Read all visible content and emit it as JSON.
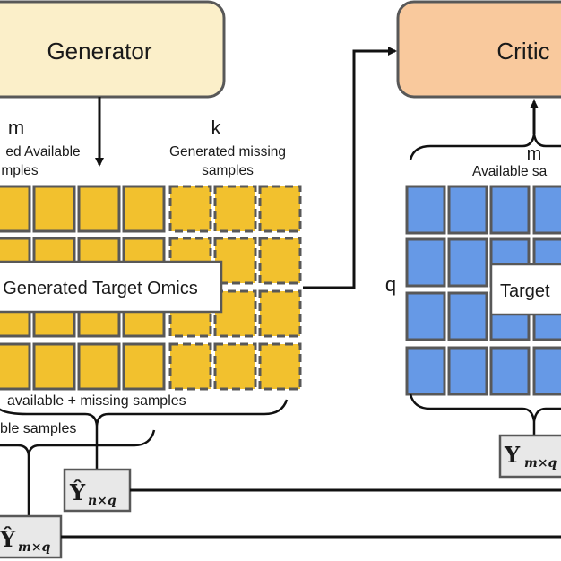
{
  "generator": {
    "label": "Generator",
    "fill": "#fbefc9"
  },
  "critic": {
    "label": "Critic",
    "fill": "#f9c99d"
  },
  "generated_matrix": {
    "fill": "#f2c12e",
    "available_cols_label": "m",
    "available_caption_line1": "ed Available",
    "available_caption_line2": "mples",
    "missing_cols_label": "k",
    "missing_caption_line1": "Generated missing",
    "missing_caption_line2": "samples",
    "overlay_label": "Generated Target Omics",
    "brace_all_label": "available + missing samples",
    "brace_available_label": "ble samples",
    "rows": 4,
    "solid_cols": 5,
    "dashed_cols": 3
  },
  "target_matrix": {
    "fill": "#6699e6",
    "cols_label": "m",
    "caption": "Available sa",
    "rows_label": "q",
    "overlay_label": "Target",
    "rows": 4
  },
  "outputs": {
    "y_hat_nq": {
      "base": "Ŷ",
      "sub": "n×q"
    },
    "y_hat_mq": {
      "base": "Ŷ",
      "sub": "m×q"
    },
    "y_mq": {
      "base": "Y",
      "sub": "m×q"
    }
  },
  "colors": {
    "stroke": "#585858",
    "line": "#111111",
    "label_box": "#e8e8e8"
  }
}
